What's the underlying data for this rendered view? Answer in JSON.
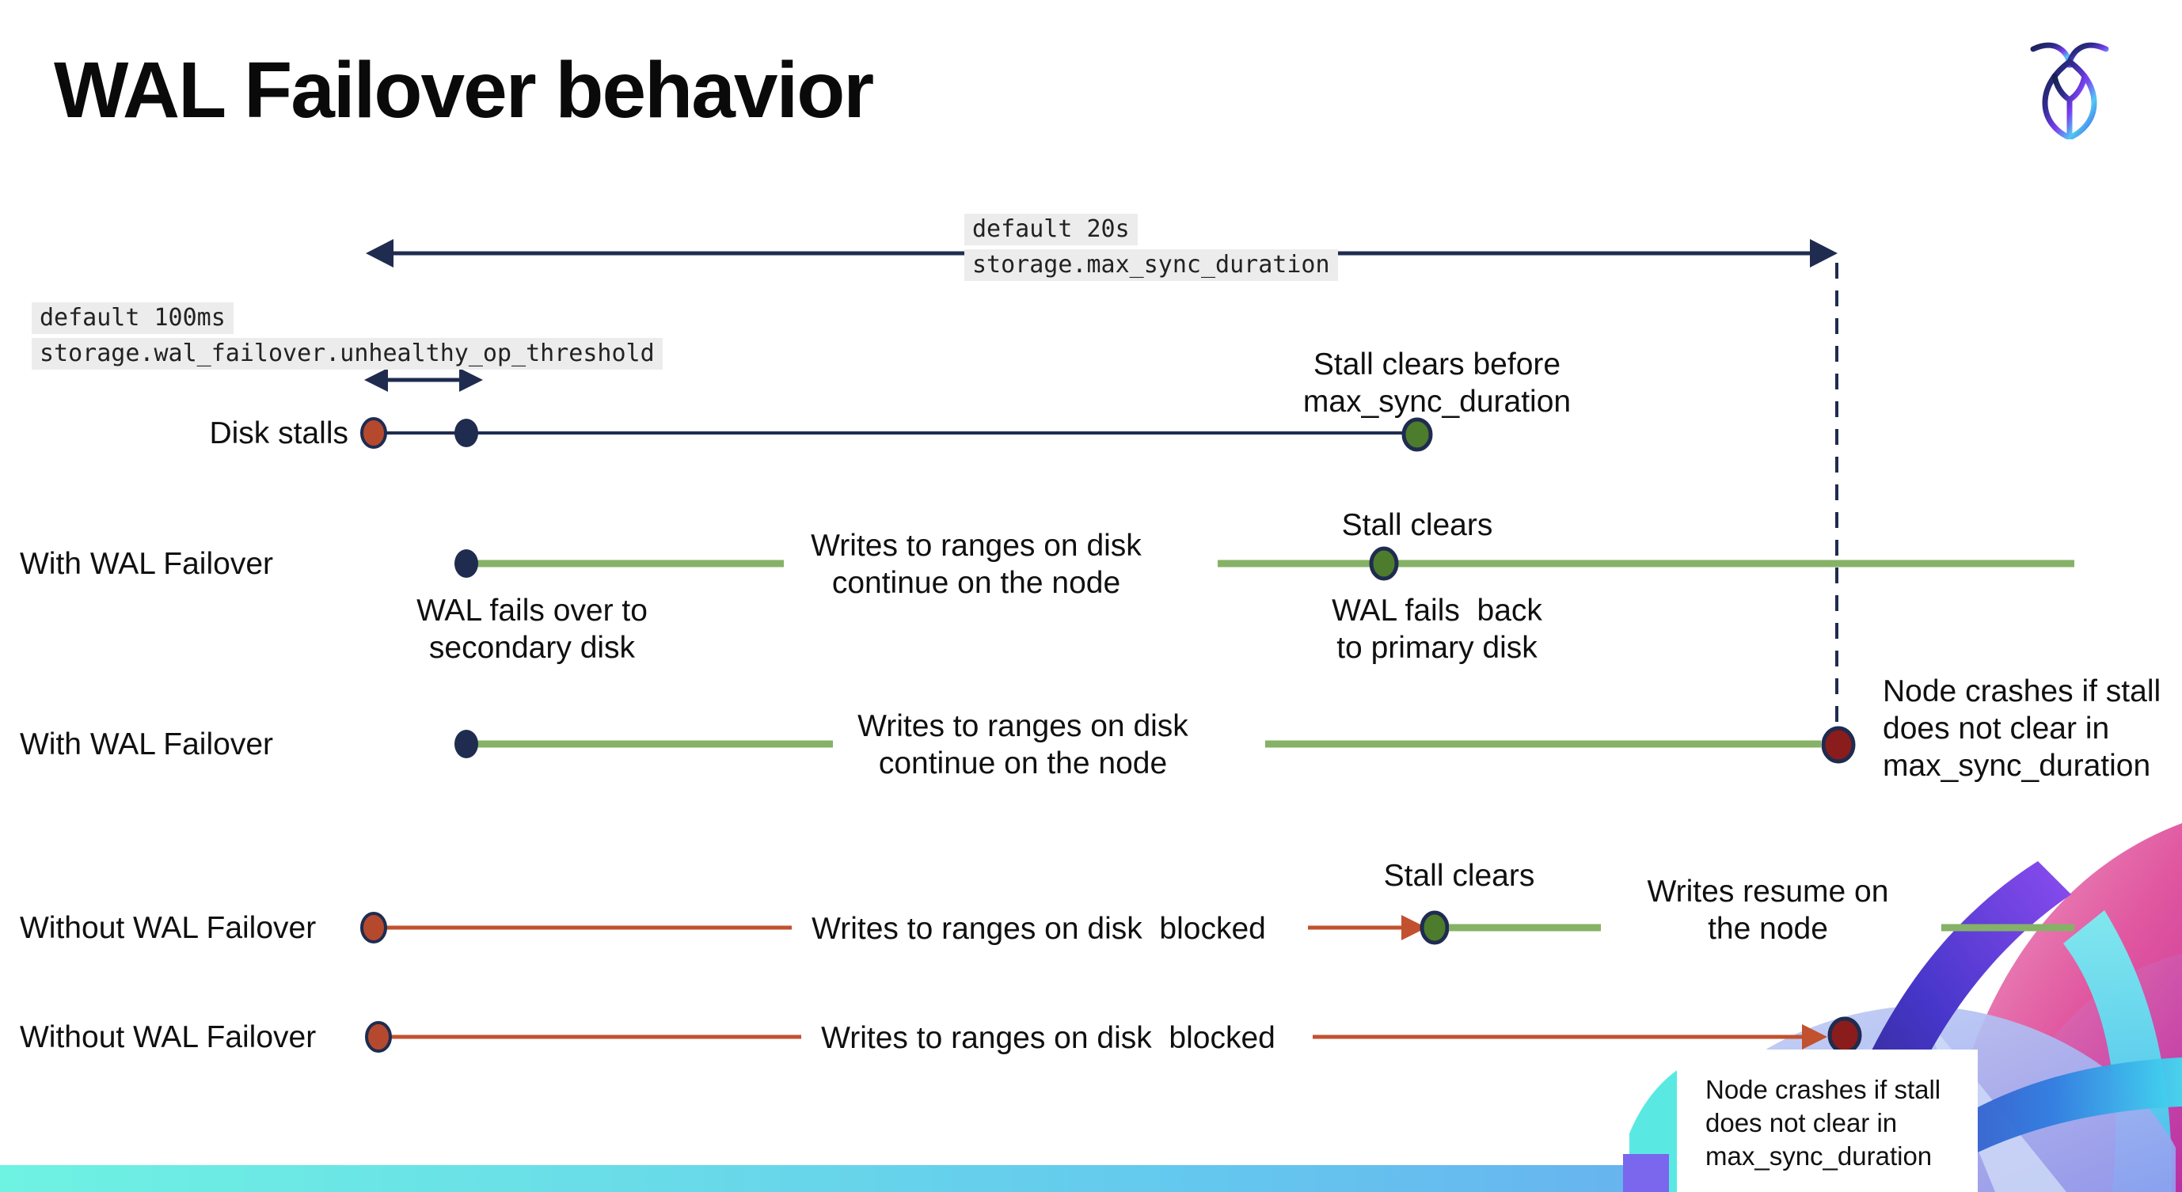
{
  "header": {
    "title": "WAL Failover behavior",
    "logo": "cockroachdb-logo"
  },
  "colors": {
    "navy": "#1f2c50",
    "red-dot": "#b5492e",
    "red-line": "#c2512f",
    "green-line": "#85b266",
    "green-dot": "#4e7c2d",
    "maroon": "#8a1c1c",
    "code-bg": "#ececec",
    "bar-left": "#6ef2e2",
    "bar-mid": "#64c8ee",
    "bar-right": "#6b9af1"
  },
  "callouts": {
    "max_sync": {
      "default_label": "default 20s",
      "setting": "storage.max_sync_duration"
    },
    "unhealthy_op": {
      "default_label": "default 100ms",
      "setting": "storage.wal_failover.unhealthy_op_threshold"
    }
  },
  "rows": {
    "disk_stalls": {
      "label": "Disk stalls",
      "stall_clears_note": "Stall clears before\nmax_sync_duration"
    },
    "failover_clears": {
      "label": "With WAL Failover",
      "writes_note": "Writes to ranges on disk\ncontinue on the node",
      "failover_note": "WAL fails over to\nsecondary disk",
      "stall_clears": "Stall clears",
      "failback_note": "WAL fails  back\nto primary disk"
    },
    "failover_crash": {
      "label": "With WAL Failover",
      "writes_note": "Writes to ranges on disk\ncontinue on the node",
      "crash_note": "Node crashes if stall\ndoes not clear in\nmax_sync_duration"
    },
    "no_failover_clears": {
      "label": "Without WAL Failover",
      "writes_note": "Writes to ranges on disk  blocked",
      "stall_clears": "Stall clears",
      "resume_note": "Writes resume on\nthe node"
    },
    "no_failover_crash": {
      "label": "Without WAL Failover",
      "writes_note": "Writes to ranges on disk  blocked",
      "crash_note": "Node crashes if stall\ndoes not clear in\nmax_sync_duration"
    }
  }
}
